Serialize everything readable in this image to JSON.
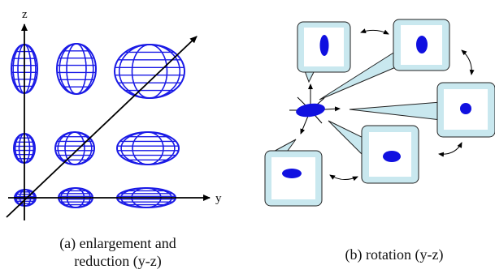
{
  "panel_a": {
    "axis_z": "z",
    "axis_y": "y",
    "caption_line1": "(a)  enlargement and",
    "caption_line2": "reduction (y-z)"
  },
  "panel_b": {
    "caption": "(b)  rotation (y-z)"
  },
  "colors": {
    "mesh": "#1a1ae6",
    "ellipse": "#1010e0",
    "callout_fill": "#c9e8ef",
    "inner_fill": "#ffffff"
  }
}
